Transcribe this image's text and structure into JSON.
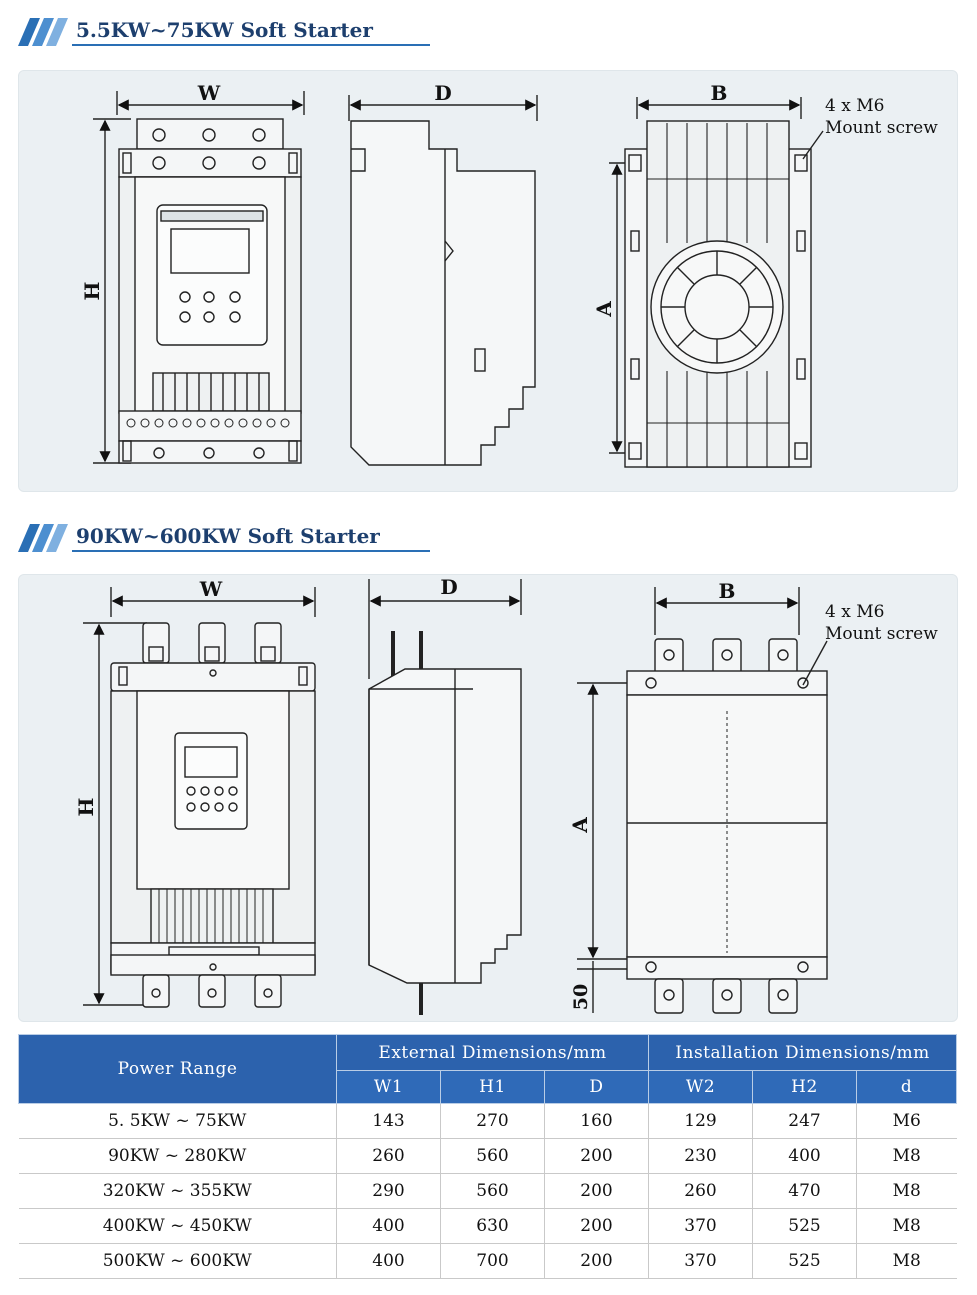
{
  "section1": {
    "title": "5.5KW~75KW Soft Starter"
  },
  "section2": {
    "title": "90KW~600KW Soft Starter"
  },
  "diagram1": {
    "w": "W",
    "d": "D",
    "b": "B",
    "h": "H",
    "a": "A",
    "screw_line1": "4 x M6",
    "screw_line2": "Mount screw"
  },
  "diagram2": {
    "w": "W",
    "d": "D",
    "b": "B",
    "h": "H",
    "a": "A",
    "fifty": "50",
    "screw_line1": "4 x M6",
    "screw_line2": "Mount screw"
  },
  "table": {
    "power_range": "Power Range",
    "external": "External Dimensions/mm",
    "installation": "Installation Dimensions/mm",
    "cols": [
      "W1",
      "H1",
      "D",
      "W2",
      "H2",
      "d"
    ],
    "rows": [
      [
        "5. 5KW ~ 75KW",
        "143",
        "270",
        "160",
        "129",
        "247",
        "M6"
      ],
      [
        "90KW ~ 280KW",
        "260",
        "560",
        "200",
        "230",
        "400",
        "M8"
      ],
      [
        "320KW ~ 355KW",
        "290",
        "560",
        "200",
        "260",
        "470",
        "M8"
      ],
      [
        "400KW ~ 450KW",
        "400",
        "630",
        "200",
        "370",
        "525",
        "M8"
      ],
      [
        "500KW ~ 600KW",
        "400",
        "700",
        "200",
        "370",
        "525",
        "M8"
      ]
    ]
  },
  "colors": {
    "accent": "#2f6ab8",
    "panel": "#ebf0f3",
    "title": "#1d3f6e"
  }
}
